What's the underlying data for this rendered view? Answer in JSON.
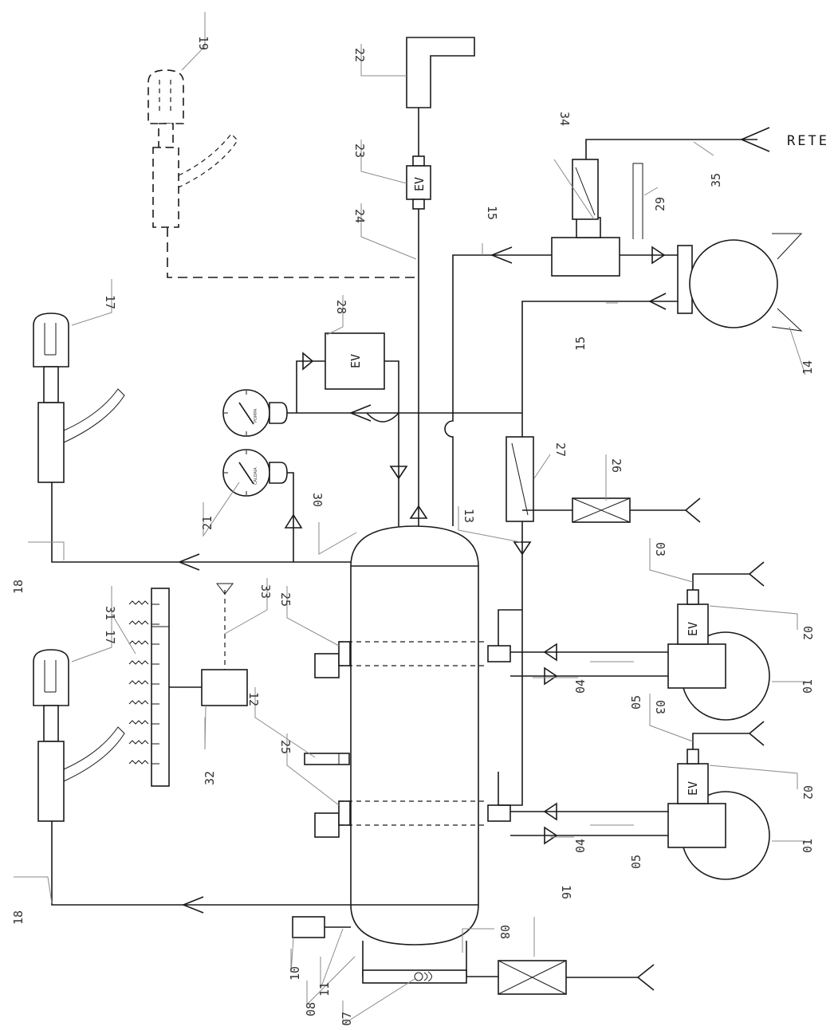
{
  "diagram": {
    "labels": {
      "n01": "01",
      "n02": "02",
      "n03": "03",
      "n04": "04",
      "n05": "05",
      "n07": "07",
      "n08": "08",
      "n10": "10",
      "n11": "11",
      "n12": "12",
      "n13": "13",
      "n14": "14",
      "n15": "15",
      "n16": "16",
      "n17": "17",
      "n18": "18",
      "n19": "19",
      "n21": "21",
      "n22": "22",
      "n23": "23",
      "n24": "24",
      "n25": "25",
      "n26": "26",
      "n27": "27",
      "n28": "28",
      "n29": "29",
      "n30": "30",
      "n31": "31",
      "n32": "32",
      "n33": "33",
      "n34": "34",
      "n35": "35"
    },
    "valve_text": "EV",
    "mains_text": "RETE",
    "gauge_pump_text": "POMPA",
    "gauge_boiler_text": "CALDAIA"
  }
}
